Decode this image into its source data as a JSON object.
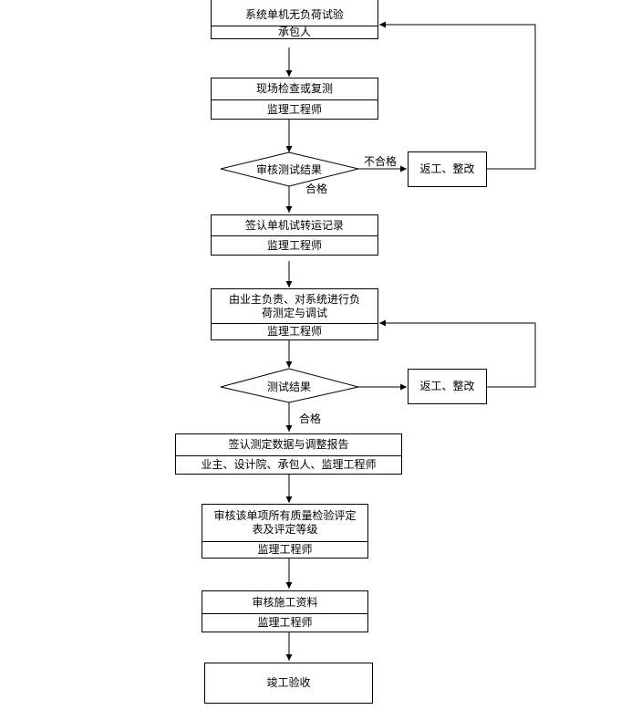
{
  "steps": [
    {
      "title": "系统单机无负荷试验",
      "role": "承包人"
    },
    {
      "title": "现场检查或复测",
      "role": "监理工程师"
    },
    {
      "title": "签认单机试转运记录",
      "role": "监理工程师"
    },
    {
      "title": "由业主负责、对系统进行负荷测定与调试",
      "role": "监理工程师"
    },
    {
      "title": "签认测定数据与调整报告",
      "role": "业主、设计院、承包人、监理工程师"
    },
    {
      "title": "审核该单项所有质量检验评定表及评定等级",
      "role": "监理工程师"
    },
    {
      "title": "审核施工资料",
      "role": "监理工程师"
    },
    {
      "title": "竣工验收"
    }
  ],
  "decisions": [
    {
      "label": "审核测试结果"
    },
    {
      "label": "测试结果"
    }
  ],
  "rework": [
    {
      "label": "返工、整改"
    },
    {
      "label": "返工、整改"
    }
  ],
  "edge_labels": {
    "fail": "不合格",
    "pass1": "合格",
    "pass2": "合格"
  }
}
